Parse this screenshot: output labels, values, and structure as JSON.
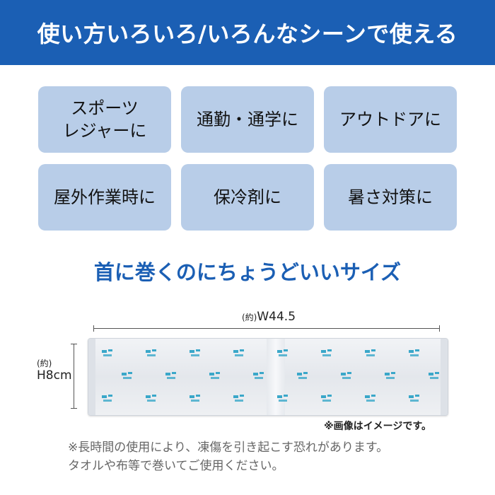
{
  "header": {
    "title": "使い方いろいろ/いろんなシーンで使える"
  },
  "scenes": [
    {
      "label": "スポーツ\nレジャーに"
    },
    {
      "label": "通勤・通学に"
    },
    {
      "label": "アウトドアに"
    },
    {
      "label": "屋外作業時に"
    },
    {
      "label": "保冷剤に"
    },
    {
      "label": "暑さ対策に"
    }
  ],
  "size_section": {
    "title": "首に巻くのにちょうどいいサイズ",
    "width_prefix": "(約)",
    "width_value": "W44.5",
    "height_prefix": "(約)",
    "height_value": "H8cm",
    "caption": "※画像はイメージです。"
  },
  "notes": [
    "※長時間の使用により、凍傷を引き起こす恐れがあります。",
    "タオルや布等で巻いてご使用ください。"
  ],
  "colors": {
    "accent": "#1b5fb4",
    "card": "#b8cde8",
    "print": "#3aa7c9"
  }
}
